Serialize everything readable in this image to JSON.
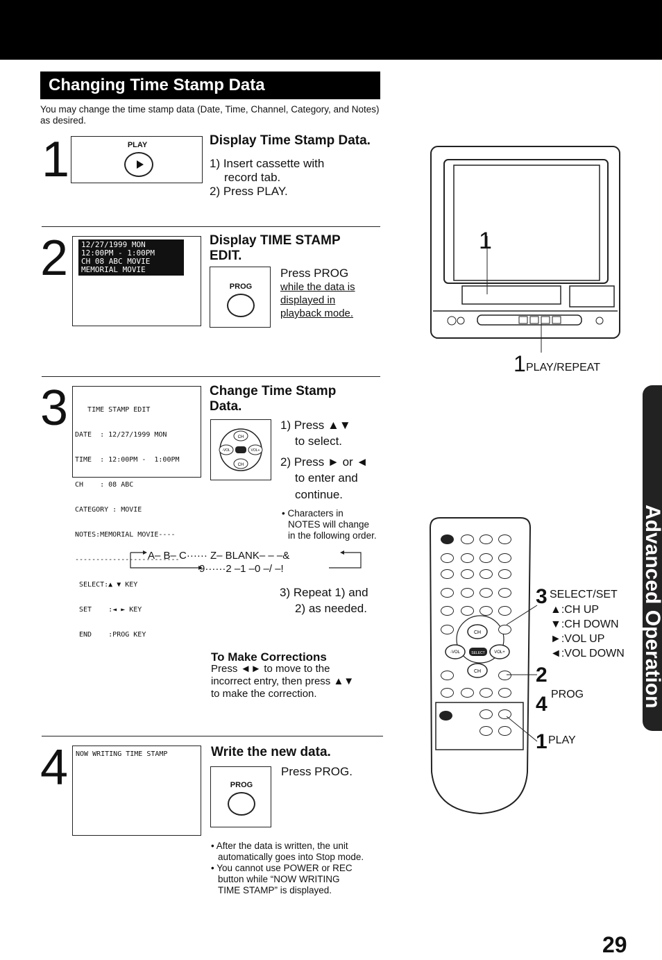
{
  "page": {
    "title": "Changing Time Stamp Data",
    "intro": "You may change the time stamp data (Date, Time, Channel, Category, and Notes) as desired.",
    "page_number": "29",
    "side_tab": "Advanced Operation"
  },
  "step1": {
    "number": "1",
    "button_label": "PLAY",
    "heading": "Display Time Stamp Data.",
    "line1": "1) Insert cassette with",
    "line1b": "record tab.",
    "line2": "2) Press PLAY."
  },
  "step2": {
    "number": "2",
    "screen_lines": [
      "12/27/1999 MON",
      "12:00PM - 1:00PM",
      "CH 08 ABC  MOVIE",
      "MEMORIAL MOVIE"
    ],
    "heading1": "Display TIME STAMP",
    "heading2": "EDIT.",
    "button_label": "PROG",
    "press": "Press PROG",
    "u1": "while the data is",
    "u2": "displayed in",
    "u3": "playback mode."
  },
  "step3": {
    "number": "3",
    "screen_lines": [
      "   TIME STAMP EDIT",
      "DATE  : 12/27/1999 MON",
      "TIME  : 12:00PM -  1:00PM",
      "CH    : 08 ABC",
      "CATEGORY : MOVIE",
      "NOTES:MEMORIAL MOVIE----",
      "-------------------------",
      " SELECT:▲ ▼ KEY",
      " SET    :◄ ► KEY",
      " END    :PROG KEY"
    ],
    "heading1": "Change Time Stamp",
    "heading2": "Data.",
    "i1a": "1) Press ▲▼",
    "i1b": "to select.",
    "i2a": "2) Press ► or ◄",
    "i2b": "to enter and",
    "i2c": "continue.",
    "note1": "• Characters in",
    "note2": "NOTES will change",
    "note3": "in the following order.",
    "seq_top": "A– B– C······ Z– BLANK– – –&",
    "seq_bottom": "9······2 –1 –0 –/ –!",
    "i3a": "3) Repeat 1) and",
    "i3b": "2) as needed.",
    "pad_ch_up": "CH",
    "pad_ch_down": "CH",
    "pad_vol_minus": "-VOL",
    "pad_vol_plus": "VOL+",
    "corr_heading": "To Make Corrections",
    "corr1": "Press ◄► to move to the",
    "corr2": "incorrect entry, then press ▲▼",
    "corr3": "to make the correction."
  },
  "step4": {
    "number": "4",
    "screen_line": "NOW WRITING TIME STAMP",
    "heading": "Write the new data.",
    "button_label": "PROG",
    "press": "Press PROG.",
    "b1a": "• After the data is written, the unit",
    "b1b": "automatically goes into Stop mode.",
    "b2a": "• You cannot use POWER or REC",
    "b2b": "button while “NOW WRITING",
    "b2c": "TIME STAMP” is displayed."
  },
  "tv": {
    "callout_num": "1",
    "label_num": "1",
    "label": "PLAY/REPEAT"
  },
  "remote": {
    "c3_num": "3",
    "c3_title": "SELECT/SET",
    "c3_l1": "▲:CH UP",
    "c3_l2": "▼:CH DOWN",
    "c3_l3": "►:VOL UP",
    "c3_l4": "◄:VOL DOWN",
    "c2_num": "2",
    "c4_num": "4",
    "c24_label": "PROG",
    "c1_num": "1",
    "c1_label": "PLAY",
    "ch": "CH",
    "vol_minus": "-VOL",
    "vol_plus": "VOL+",
    "select": "SELECT",
    "ch_down": "CH"
  }
}
